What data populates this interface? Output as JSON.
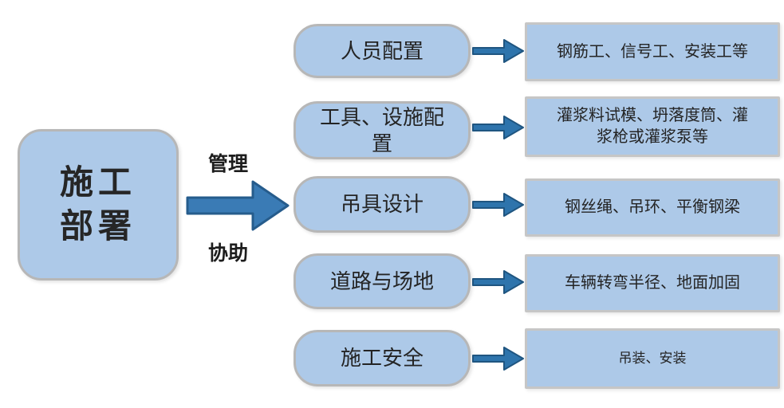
{
  "diagram": {
    "title_hint": "construction-deployment-flowchart",
    "root": {
      "label": "施工\n部署"
    },
    "main_arrow": {
      "top_label": "管理",
      "bottom_label": "协助"
    },
    "rows": [
      {
        "category": "人员配置",
        "detail": "钢筋工、信号工、安装工等"
      },
      {
        "category": "工具、设施配\n置",
        "detail": "灌浆料试模、坍落度筒、灌\n浆枪或灌浆泵等"
      },
      {
        "category": "吊具设计",
        "detail": "钢丝绳、吊环、平衡钢梁"
      },
      {
        "category": "道路与场地",
        "detail": "车辆转弯半径、地面加固"
      },
      {
        "category": "施工安全",
        "detail": "吊装、安装"
      }
    ],
    "colors": {
      "node_fill": "#ADC9E8",
      "node_border_rounded": "#B7B7B7",
      "node_border_rect": "#C6C6C6",
      "arrow_fill": "#3A7BB5",
      "arrow_stroke": "#265C8C",
      "small_arrow_fill": "#2E74AC",
      "small_arrow_stroke": "#1F5580",
      "text": "#242424",
      "background": "#FFFFFF"
    }
  }
}
